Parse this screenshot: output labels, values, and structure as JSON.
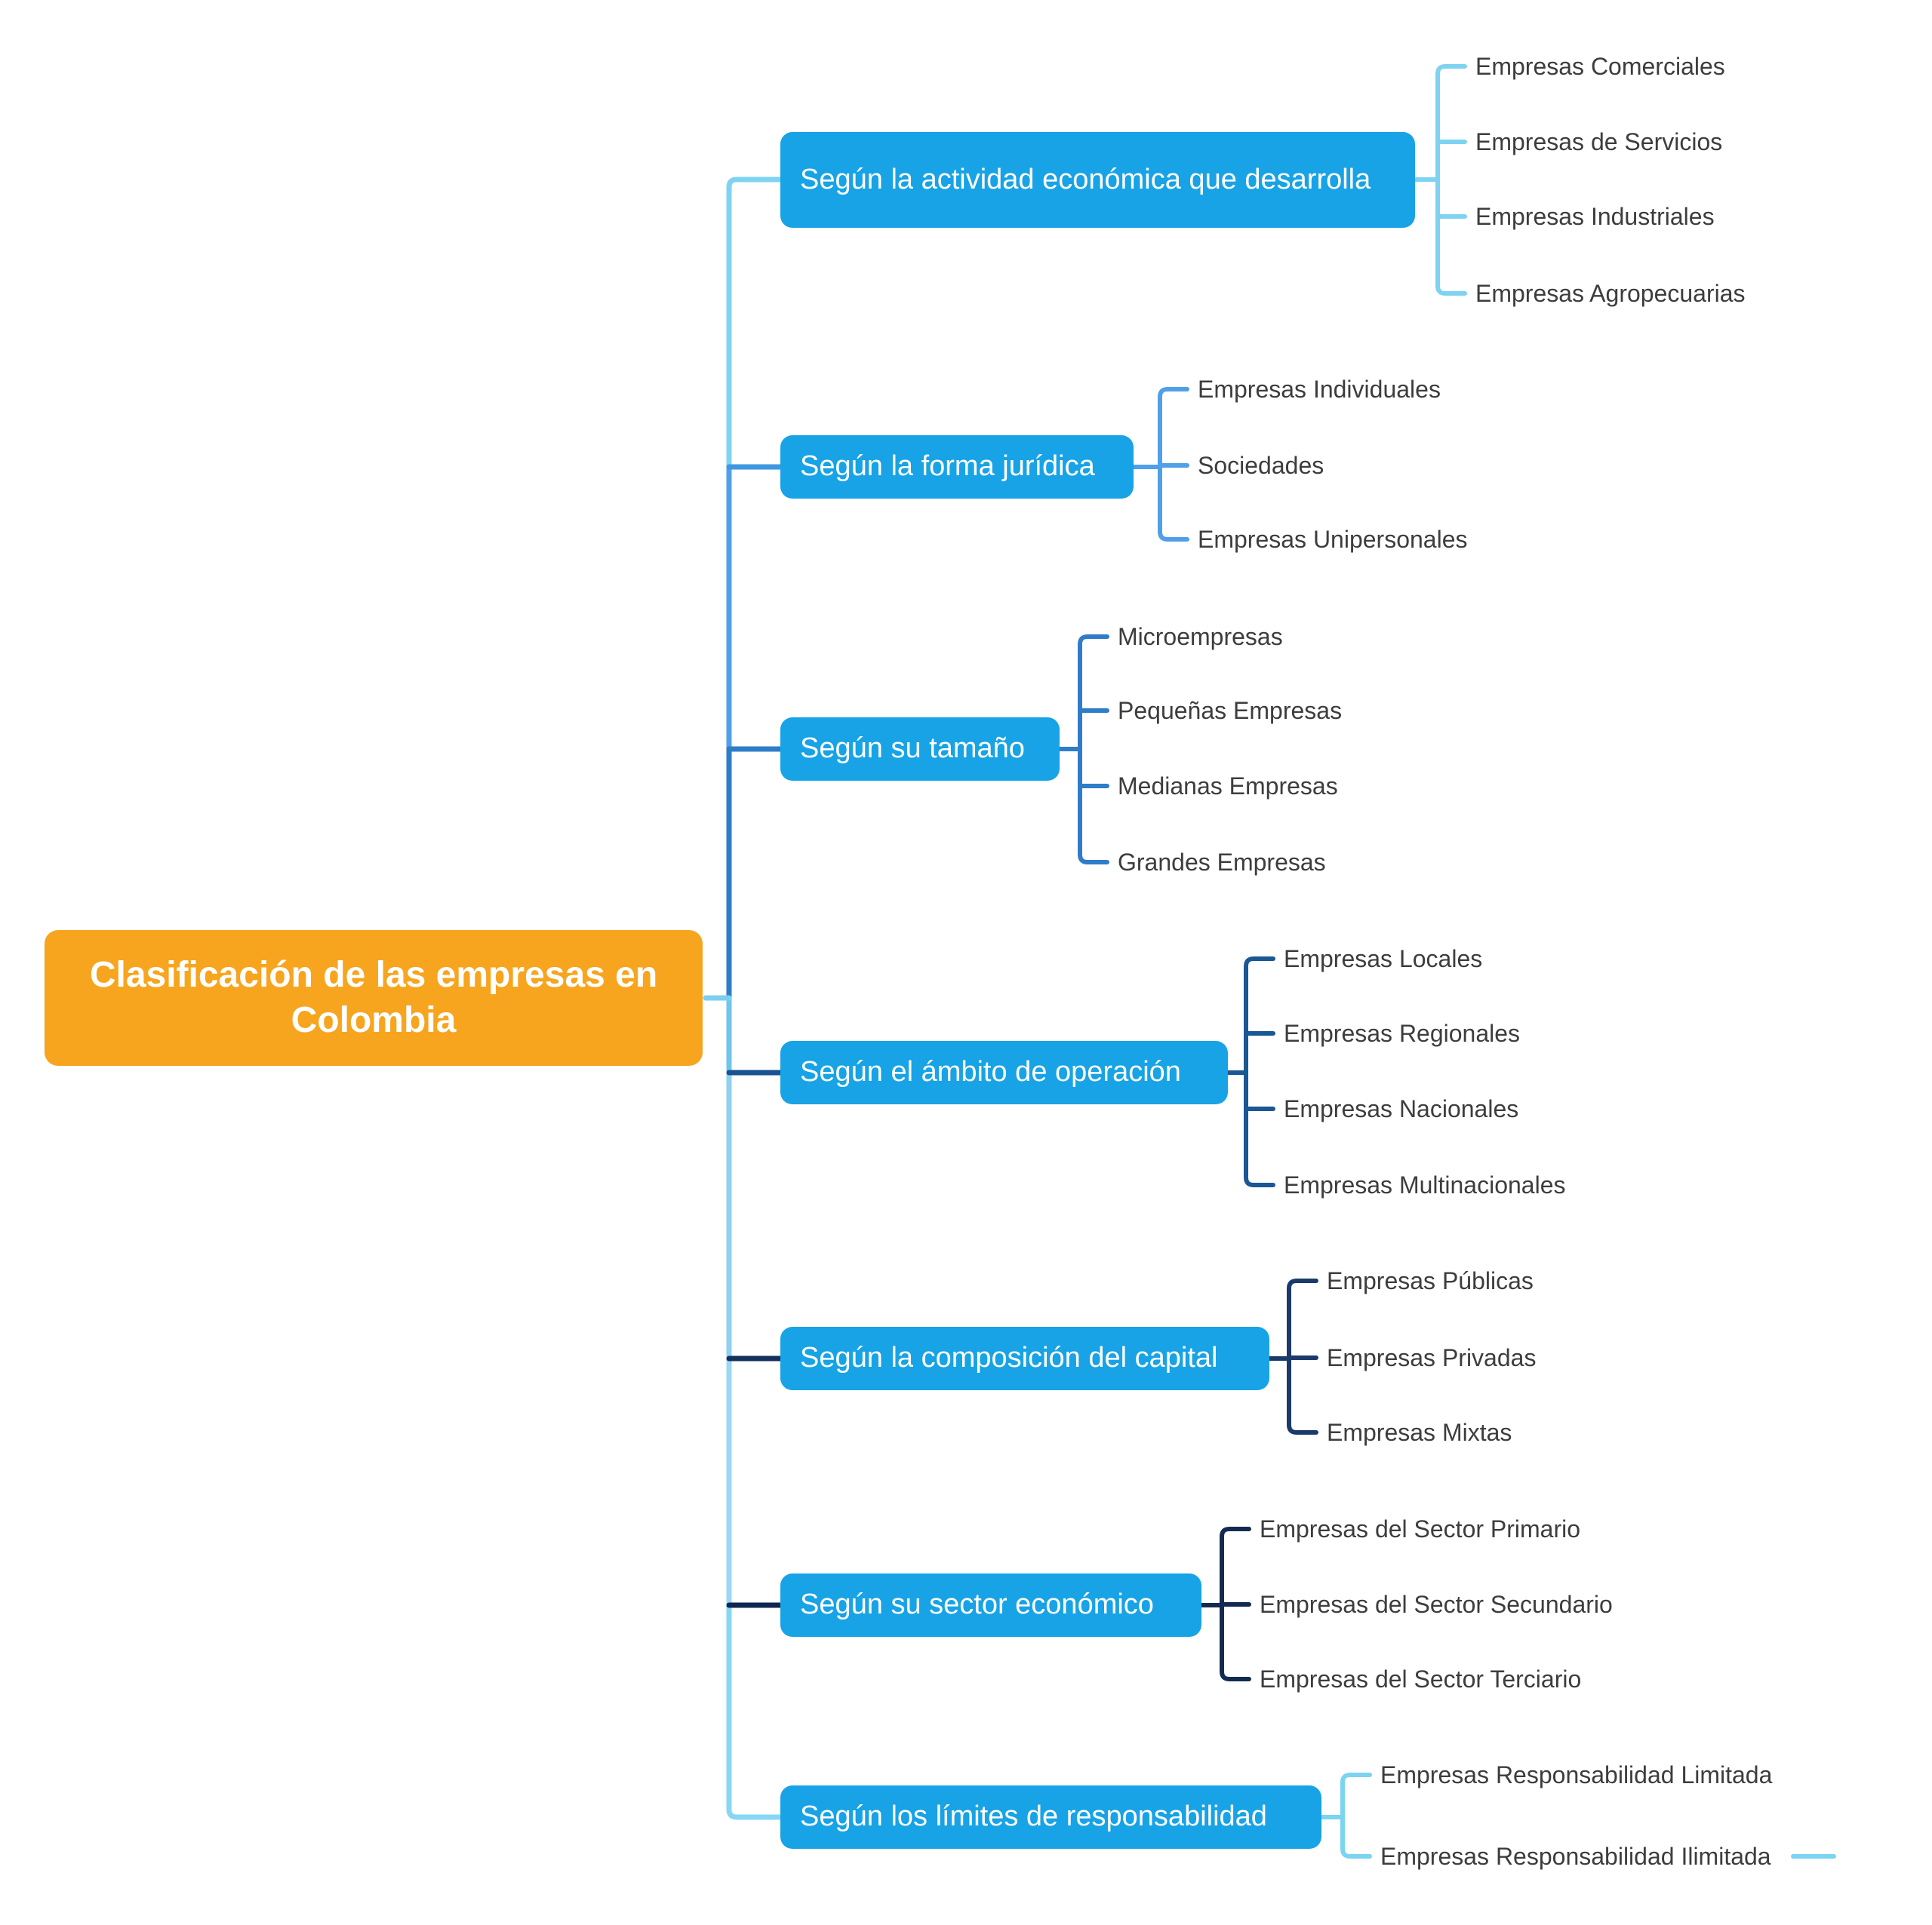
{
  "root": {
    "label": "Clasificación de las empresas en Colombia"
  },
  "branches": [
    {
      "label": "Según la actividad económica que desarrolla",
      "children": [
        "Empresas Comerciales",
        "Empresas de Servicios",
        "Empresas Industriales",
        "Empresas Agropecuarias"
      ]
    },
    {
      "label": "Según la forma jurídica",
      "children": [
        "Empresas Individuales",
        "Sociedades",
        "Empresas Unipersonales"
      ]
    },
    {
      "label": "Según su tamaño",
      "children": [
        "Microempresas",
        "Pequeñas Empresas",
        "Medianas Empresas",
        "Grandes Empresas"
      ]
    },
    {
      "label": "Según el ámbito de operación",
      "children": [
        "Empresas Locales",
        "Empresas Regionales",
        "Empresas Nacionales",
        "Empresas Multinacionales"
      ]
    },
    {
      "label": "Según la composición del capital",
      "children": [
        "Empresas Públicas",
        "Empresas Privadas",
        "Empresas Mixtas"
      ]
    },
    {
      "label": "Según su sector económico",
      "children": [
        "Empresas del Sector Primario",
        "Empresas del Sector Secundario",
        "Empresas del Sector Terciario"
      ]
    },
    {
      "label": "Según los límites de responsabilidad",
      "children": [
        "Empresas Responsabilidad Limitada",
        "Empresas Responsabilidad Ilimitada"
      ]
    }
  ],
  "colors": {
    "root_fill": "#F7A51F",
    "branch_fill": "#17A3E6",
    "node_text": "#FFFFFF",
    "leaf_text": "#3D3D3D",
    "b1": "#7FD3F2",
    "b2": "#4FA0E8",
    "b2_stub": "#3E97E0",
    "b3": "#2F7CC8",
    "b4": "#1A5795",
    "b4_stub": "#17538F",
    "b5": "#1B3A6B",
    "b5_stub": "#14305E",
    "b6": "#122B52",
    "b6_stub": "#0F2750",
    "b7": "#7AD4F2",
    "spine_root_lower": "#6EC6ED",
    "spine_mid_lower": "#8FD2F0",
    "spine_low": "#9BD8F3",
    "spine_b7": "#86D7F4",
    "root_stub": "#7AD0EE"
  }
}
